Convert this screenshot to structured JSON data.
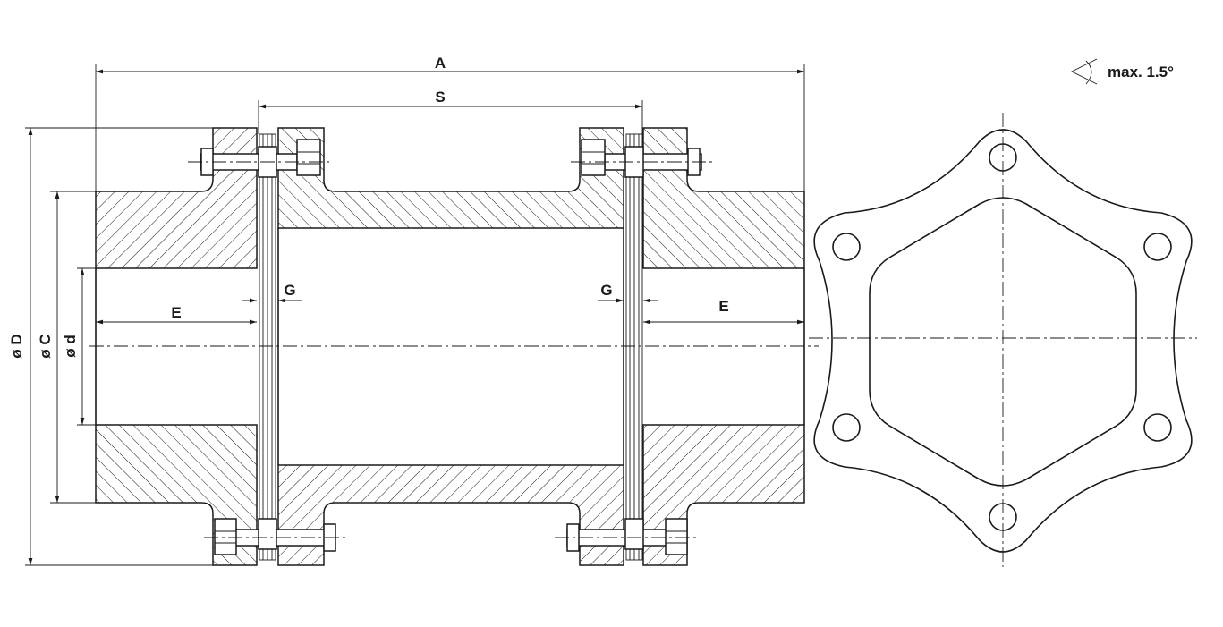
{
  "dimensions": {
    "overall_length": "A",
    "spacer_length": "S",
    "hub_length": "E",
    "gap": "G",
    "outer_diameter": "ø D",
    "hub_diameter": "ø C",
    "bore_diameter": "ø d"
  },
  "angular_misalignment": "max. 1.5°"
}
